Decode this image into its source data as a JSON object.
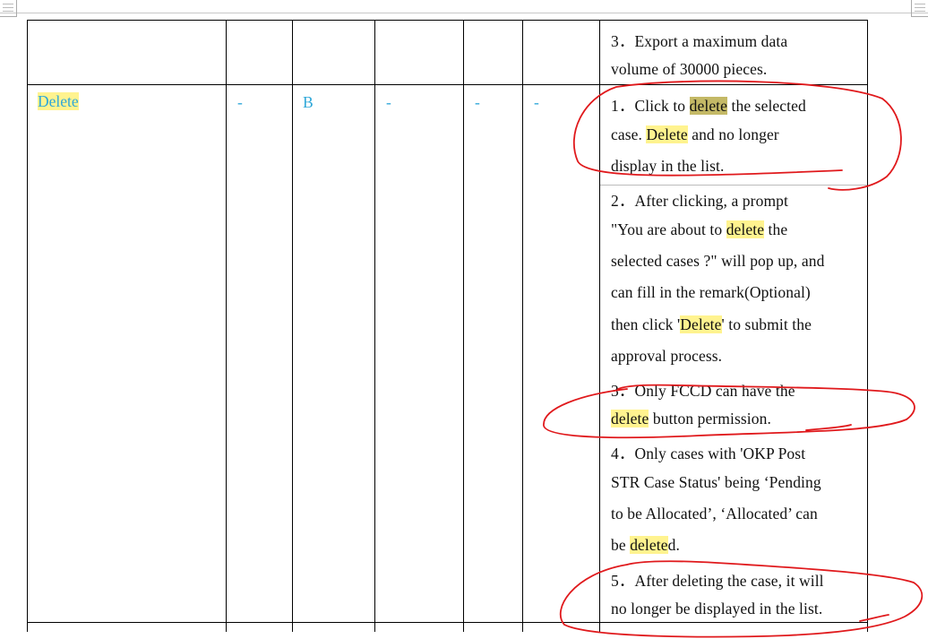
{
  "row_prev": {
    "desc": [
      "3．Export a maximum data",
      "volume of 30000 pieces."
    ]
  },
  "row_delete": {
    "function": "Delete",
    "col2": "-",
    "col3": "B",
    "col4": "-",
    "col5": "-",
    "col6": "-",
    "item1": {
      "num": "1．",
      "l1_a": "Click to ",
      "l1_hl": "delete",
      "l1_b": " the selected",
      "l2_a": "case. ",
      "l2_hl": "Delete",
      "l2_b": " and no longer",
      "l3": "display in the list."
    },
    "item2": {
      "l1": "2．After clicking, a prompt",
      "l2_a": "\"You are about to ",
      "l2_hl": "delete",
      "l2_b": " the",
      "l3": "selected cases ?\" will pop up, and",
      "l4": "can fill in the remark(Optional)",
      "l5_a": "then click '",
      "l5_hl": "Delete",
      "l5_b": "' to submit the",
      "l6": "approval process."
    },
    "item3": {
      "l1": "3．Only FCCD can have the",
      "l2_hl": "delete",
      "l2_b": " button permission."
    },
    "item4": {
      "l1": "4．Only cases with 'OKP Post",
      "l2": "STR Case Status' being ‘Pending",
      "l3": "to be Allocated’, ‘Allocated’ can",
      "l4_a": "be ",
      "l4_hl": "delete",
      "l4_b": "d."
    },
    "item5": {
      "l1": "5．After deleting the case, it will",
      "l2": "no longer be displayed in the list."
    }
  },
  "colors": {
    "highlight": "#fff38f",
    "highlight_selected": "#c4b966",
    "function_text": "#2ea7d8",
    "annotation": "#e0191c"
  }
}
